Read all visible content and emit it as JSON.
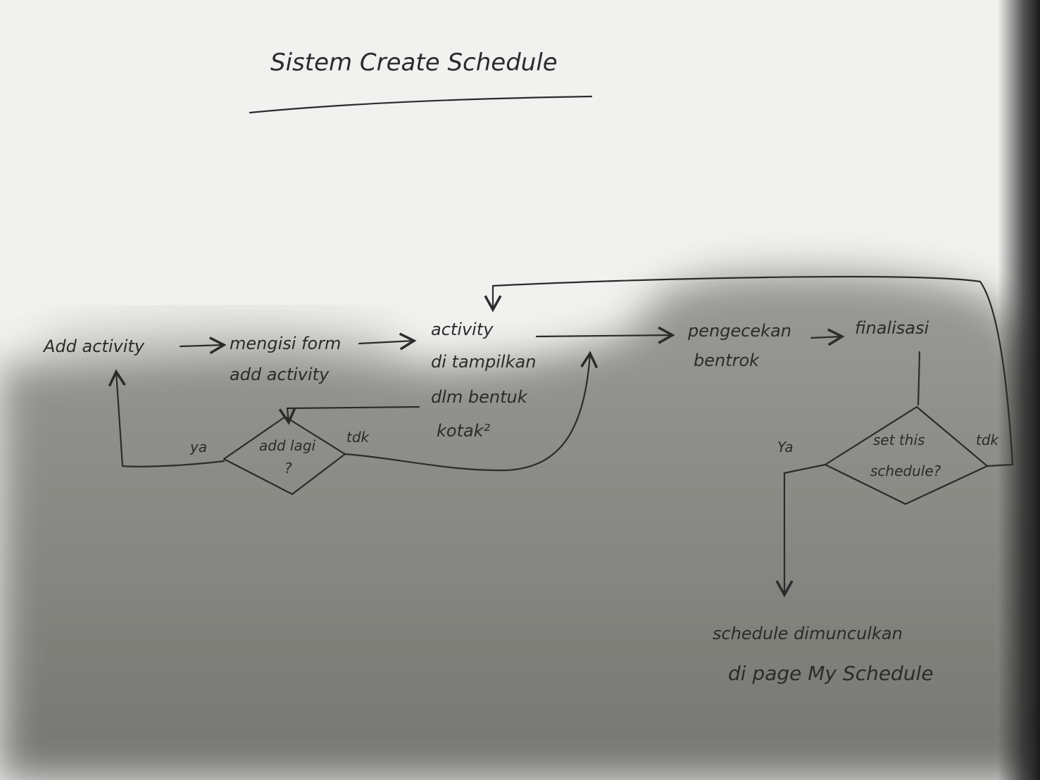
{
  "title": "Sistem Create Schedule",
  "nodes": {
    "add_activity": "Add activity",
    "fill_form_line1": "mengisi form",
    "fill_form_line2": "add activity",
    "displayed_line1": "activity",
    "displayed_line2": "di tampilkan",
    "displayed_line3": "dlm bentuk",
    "displayed_line4": "kotak²",
    "conflict_line1": "pengecekan",
    "conflict_line2": "bentrok",
    "finalize": "finalisasi",
    "decision_add_line1": "add lagi",
    "decision_add_line2": "?",
    "decision_set_line1": "set this",
    "decision_set_line2": "schedule?",
    "result_line1": "schedule dimunculkan",
    "result_line2": "di page My Schedule"
  },
  "edge_labels": {
    "add_yes": "ya",
    "add_no": "tdk",
    "set_yes": "Ya",
    "set_no": "tdk"
  },
  "colors": {
    "ink": "#2b2b2b",
    "paper": "#f1f1ef"
  }
}
